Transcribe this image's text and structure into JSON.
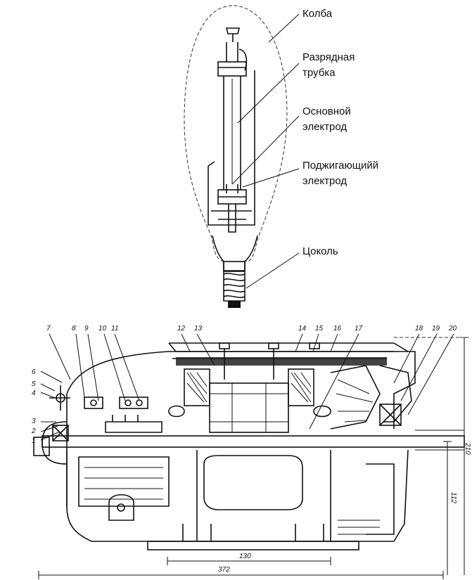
{
  "lamp": {
    "labels": {
      "bulb": "Колба",
      "tube_line1": "Разрядная",
      "tube_line2": "трубка",
      "main_electrode_line1": "Основной",
      "main_electrode_line2": "электрод",
      "ignition_electrode_line1": "Поджигающийй",
      "ignition_electrode_line2": "электрод",
      "base": "Цоколь"
    }
  },
  "motor": {
    "part_numbers": [
      "1",
      "2",
      "3",
      "4",
      "5",
      "6",
      "7",
      "8",
      "9",
      "10",
      "11",
      "12",
      "13",
      "14",
      "15",
      "16",
      "17",
      "18",
      "19",
      "20"
    ],
    "dimensions": {
      "total_length": "372",
      "feet_spacing": "130",
      "shaft_height": "112",
      "overall_height": "210"
    }
  }
}
